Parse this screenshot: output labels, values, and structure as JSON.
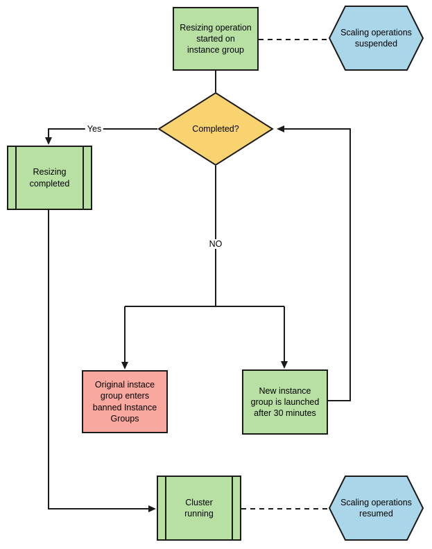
{
  "colors": {
    "process_green": "#b7e0a2",
    "decision_yellow": "#f8d36f",
    "alert_red": "#f9a8a0",
    "terminator_blue": "#aad6ea",
    "line": "#1a1a1a",
    "text": "#000000",
    "background": "#ffffff"
  },
  "nodes": {
    "start": {
      "shape": "process",
      "label": "Resizing operation\nstarted on\ninstance group"
    },
    "suspended": {
      "shape": "hexagon",
      "label": "Scaling operations\nsuspended"
    },
    "completed": {
      "shape": "decision",
      "label": "Completed?"
    },
    "resizing_completed": {
      "shape": "predefined-process",
      "label": "Resizing\ncompleted"
    },
    "banned": {
      "shape": "process",
      "label": "Original instace\ngroup enters\nbanned Instance\nGroups"
    },
    "new_group": {
      "shape": "process",
      "label": "New instance\ngroup is launched\nafter 30 minutes"
    },
    "cluster_running": {
      "shape": "predefined-process",
      "label": "Cluster\nrunning"
    },
    "resumed": {
      "shape": "hexagon",
      "label": "Scaling operations\nresumed"
    }
  },
  "edge_labels": {
    "yes": "Yes",
    "no": "NO"
  }
}
